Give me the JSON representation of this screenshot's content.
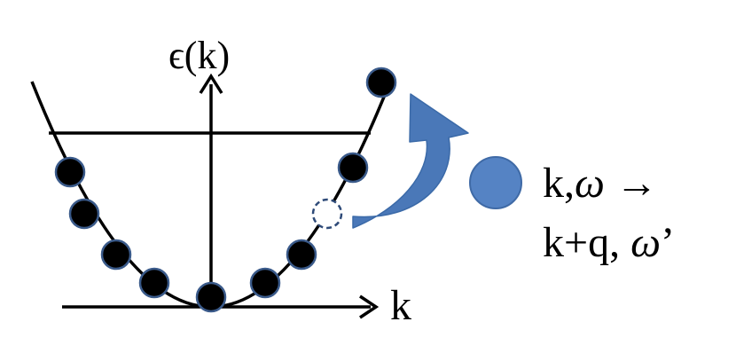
{
  "diagram": {
    "energy_axis_label": "ϵ(k)",
    "momentum_axis_label": "k",
    "transition_line1": {
      "k": "k,",
      "omega": "ω",
      "arrow": " →"
    },
    "transition_line2": {
      "kq": "k+q, ",
      "omega": "ω",
      "prime": "’"
    },
    "colors": {
      "particle_fill": "#000000",
      "particle_outline": "#3a5a8a",
      "scattering_arrow": "#4a78b8",
      "scattering_particle": "#5583c4",
      "hole_outline": "#2e4a78",
      "line": "#000000"
    }
  }
}
